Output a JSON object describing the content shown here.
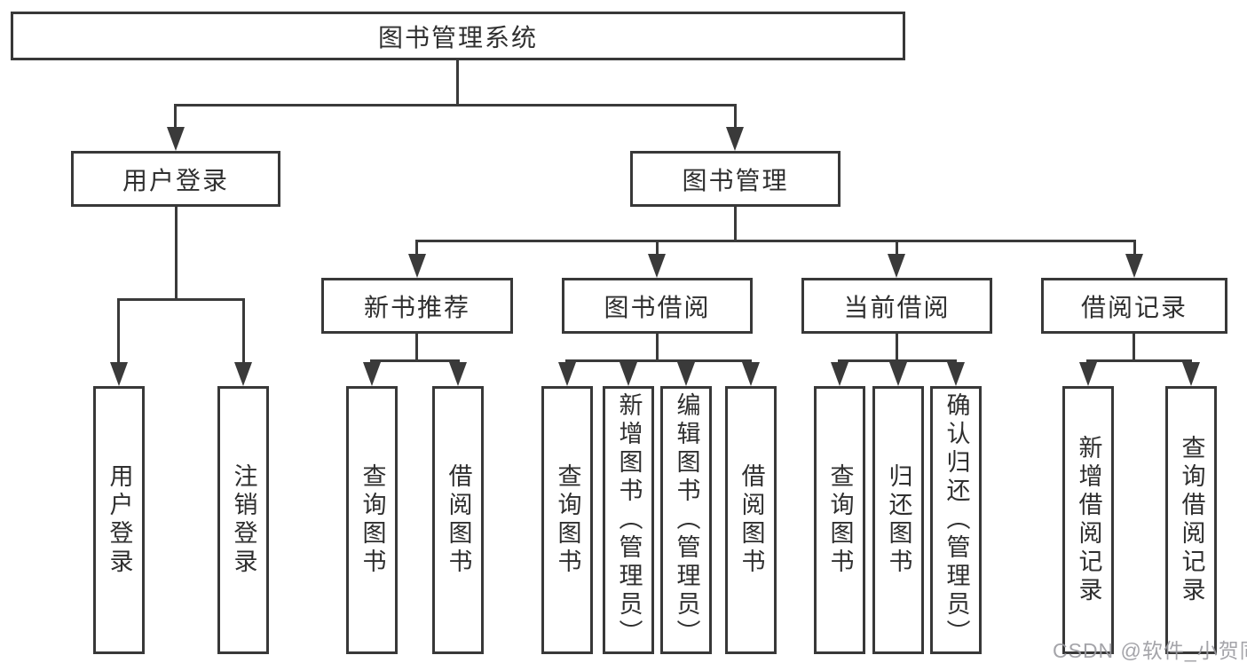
{
  "diagram": {
    "type": "tree",
    "root": {
      "label": "图书管理系统"
    },
    "level2": [
      {
        "label": "用户登录"
      },
      {
        "label": "图书管理"
      }
    ],
    "level3": [
      {
        "label": "新书推荐"
      },
      {
        "label": "图书借阅"
      },
      {
        "label": "当前借阅"
      },
      {
        "label": "借阅记录"
      }
    ],
    "leaves": [
      {
        "label": "用户登录",
        "parent": "用户登录"
      },
      {
        "label": "注销登录",
        "parent": "用户登录"
      },
      {
        "label": "查询图书",
        "parent": "新书推荐"
      },
      {
        "label": "借阅图书",
        "parent": "新书推荐"
      },
      {
        "label": "查询图书",
        "parent": "图书借阅"
      },
      {
        "label": "新增图书（管理员）",
        "parent": "图书借阅"
      },
      {
        "label": "编辑图书（管理员）",
        "parent": "图书借阅"
      },
      {
        "label": "借阅图书",
        "parent": "图书借阅"
      },
      {
        "label": "查询图书",
        "parent": "当前借阅"
      },
      {
        "label": "归还图书",
        "parent": "当前借阅"
      },
      {
        "label": "确认归还（管理员）",
        "parent": "当前借阅"
      },
      {
        "label": "新增借阅记录",
        "parent": "借阅记录"
      },
      {
        "label": "查询借阅记录",
        "parent": "借阅记录"
      }
    ],
    "watermark": "CSDN @软件_小贺同学",
    "colors": {
      "line": "#3a3a3a",
      "box_border": "#383838",
      "text": "#2f2f2f",
      "background": "#ffffff",
      "watermark": "#9a9aa0"
    }
  }
}
